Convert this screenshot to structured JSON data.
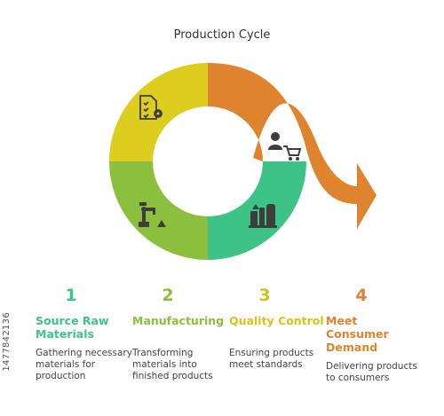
{
  "title": "Production Cycle",
  "colors": {
    "source": "#f0b81d",
    "manufacturing": "#8dbf3e",
    "quality": "#3ec387",
    "demand": "#e0832e",
    "ring_top": "#dccd1e",
    "icon": "#3d3d3d"
  },
  "steps": [
    {
      "number": "1",
      "name": "Source Raw Materials",
      "name_lines": [
        "Source Raw",
        "Materials"
      ],
      "description_lines": [
        "Gathering necessary",
        "materials for",
        "production"
      ],
      "color": "#3ec387",
      "icon": "document-gear-icon"
    },
    {
      "number": "2",
      "name": "Manufacturing",
      "name_lines": [
        "Manufacturing",
        ""
      ],
      "description_lines": [
        "Transforming",
        "materials into",
        "finished products"
      ],
      "color": "#8dbf3e",
      "icon": "robot-arm-icon"
    },
    {
      "number": "3",
      "name": "Quality Control",
      "name_lines": [
        "Quality Control",
        ""
      ],
      "description_lines": [
        "Ensuring products",
        "meet standards"
      ],
      "color": "#d8c21a",
      "icon": "factory-icon"
    },
    {
      "number": "4",
      "name": "Meet Consumer Demand",
      "name_lines": [
        "Meet",
        "Consumer",
        "Demand"
      ],
      "description_lines": [
        "Delivering products",
        "to consumers"
      ],
      "color": "#e0832e",
      "icon": "consumer-cart-icon"
    }
  ],
  "watermark": "1477842136"
}
